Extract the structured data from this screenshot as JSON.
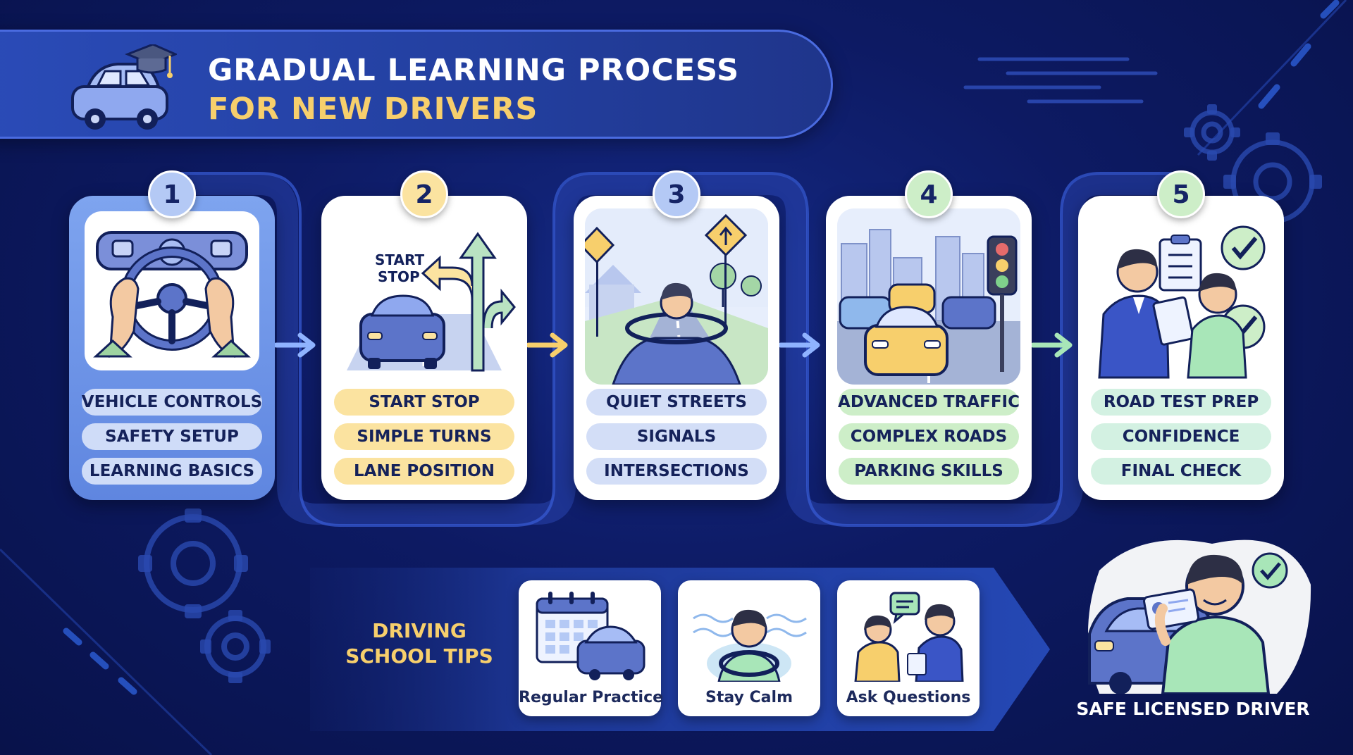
{
  "header": {
    "title_line1": "GRADUAL LEARNING PROCESS",
    "title_line2": "FOR NEW DRIVERS",
    "icon": "car-graduation-cap-icon"
  },
  "steps": [
    {
      "number": "1",
      "icon": "steering-wheel-hands-icon",
      "items": [
        "VEHICLE CONTROLS",
        "SAFETY SETUP",
        "LEARNING BASICS"
      ],
      "accent": "#b4c9f5"
    },
    {
      "number": "2",
      "icon": "car-turn-arrows-icon",
      "illustration_text": [
        "START",
        "STOP"
      ],
      "items": [
        "START STOP",
        "SIMPLE TURNS",
        "LANE POSITION"
      ],
      "accent": "#fbe3a0"
    },
    {
      "number": "3",
      "icon": "driver-quiet-street-icon",
      "items": [
        "QUIET STREETS",
        "SIGNALS",
        "INTERSECTIONS"
      ],
      "accent": "#d3def7"
    },
    {
      "number": "4",
      "icon": "city-traffic-light-icon",
      "items": [
        "ADVANCED TRAFFIC",
        "COMPLEX ROADS",
        "PARKING SKILLS"
      ],
      "accent": "#cdeec8"
    },
    {
      "number": "5",
      "icon": "examiner-checklist-icon",
      "items": [
        "ROAD TEST PREP",
        "CONFIDENCE",
        "FINAL CHECK"
      ],
      "accent": "#d3f1e2"
    }
  ],
  "tips": {
    "label": "DRIVING SCHOOL TIPS",
    "items": [
      {
        "label": "Regular Practice",
        "icon": "calendar-car-icon"
      },
      {
        "label": "Stay Calm",
        "icon": "calm-driver-icon"
      },
      {
        "label": "Ask Questions",
        "icon": "student-instructor-icon"
      }
    ]
  },
  "final": {
    "label": "SAFE LICENSED DRIVER",
    "icon": "licensed-driver-icon"
  },
  "colors": {
    "background": "#0d1a63",
    "header": "#2a4bb7",
    "title_white": "#ffffff",
    "title_gold": "#f7cf6c",
    "arrow_blue": "#8fb3ff",
    "arrow_gold": "#f7cf6c",
    "arrow_green": "#a8e6b8"
  }
}
